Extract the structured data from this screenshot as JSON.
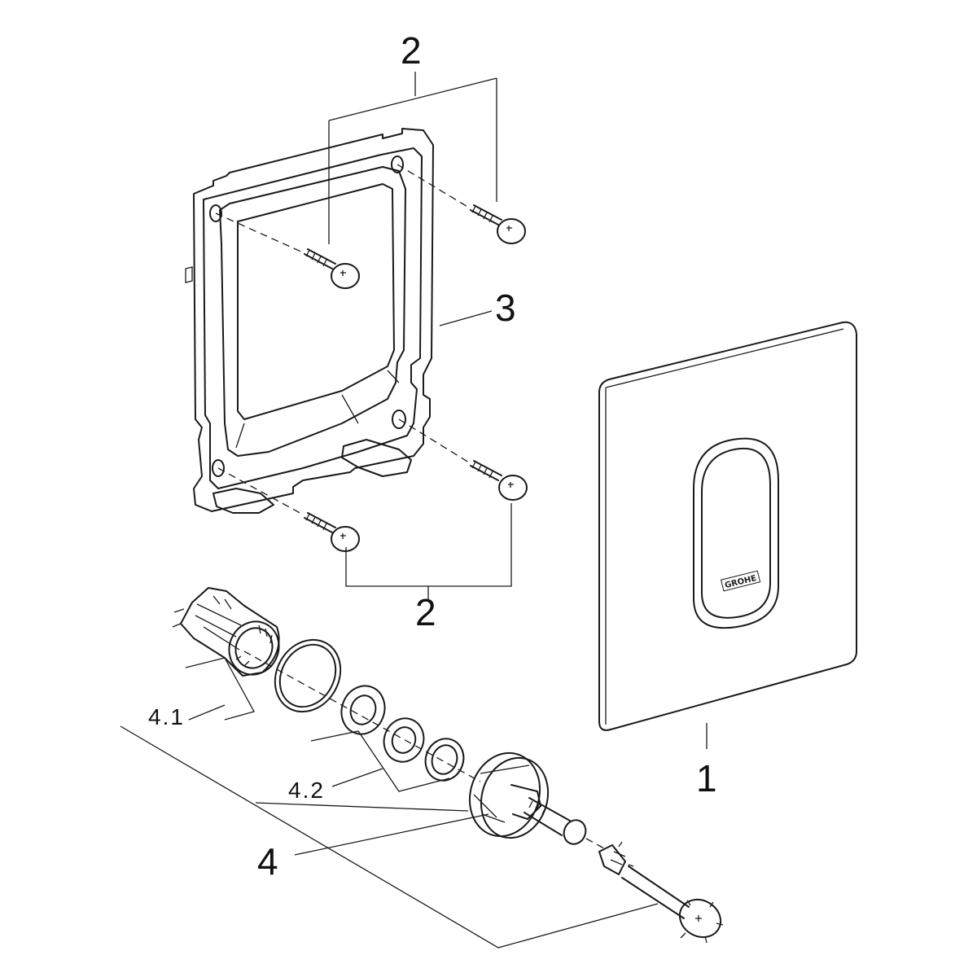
{
  "callouts": {
    "cover_plate": "1",
    "screws_top": "2",
    "screws_bottom": "2",
    "mounting_frame": "3",
    "valve_set": "4",
    "cartridge_set": "4.1",
    "gasket_set": "4.2"
  },
  "brand_logo": "GROHE"
}
